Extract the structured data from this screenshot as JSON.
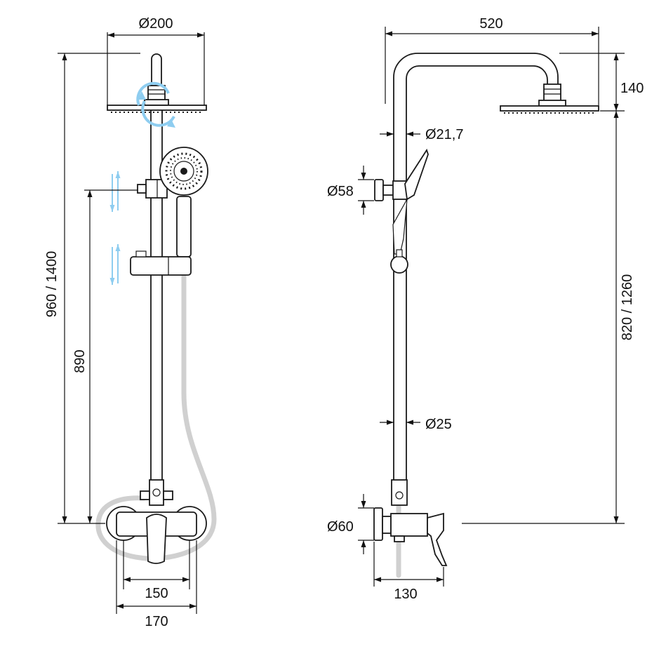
{
  "dimensions": {
    "front": {
      "head_diameter": "Ø200",
      "total_height": "960 / 1400",
      "slider_height": "890",
      "inner_width": "150",
      "outer_width": "170"
    },
    "side": {
      "arm_length": "520",
      "arm_drop": "140",
      "arm_pipe_diameter": "Ø21,7",
      "holder_diameter": "Ø58",
      "head_to_mixer_height": "820 / 1260",
      "rail_diameter": "Ø25",
      "mixer_body_diameter": "Ø60",
      "mixer_depth": "130"
    }
  },
  "colors": {
    "line": "#1a1a1a",
    "hose": "#d0d0d0",
    "arrow": "#8ecdf0"
  },
  "icons": {
    "rotation": "rotate-arrows-icon",
    "adjust": "up-down-arrows-icon"
  }
}
